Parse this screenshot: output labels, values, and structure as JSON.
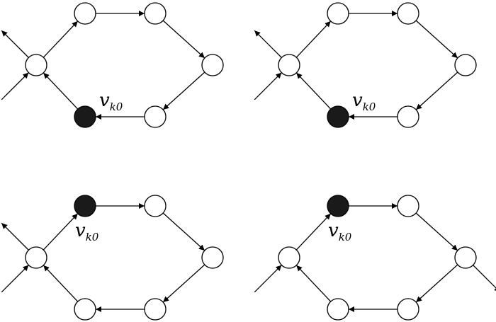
{
  "colors": {
    "background": "#ffffff",
    "node_fill": "#ffffff",
    "marked_node_fill": "#1a1a1a",
    "stroke": "#000000"
  },
  "panels": [
    {
      "id": "top-left",
      "marked_node": "f",
      "label": {
        "main": "v",
        "sub": "k0"
      },
      "edges": [
        [
          "b",
          "c"
        ],
        [
          "c",
          "d"
        ],
        [
          "d",
          "e"
        ],
        [
          "e",
          "f"
        ],
        [
          "f",
          "a"
        ],
        [
          "a",
          "b"
        ]
      ],
      "stubs": [
        {
          "at": "a",
          "dir": "up-left",
          "flow": "out"
        },
        {
          "at": "a",
          "dir": "down-left",
          "flow": "in"
        }
      ]
    },
    {
      "id": "top-right",
      "marked_node": "f",
      "label": {
        "main": "v",
        "sub": "k0"
      },
      "edges": [
        [
          "b",
          "c"
        ],
        [
          "c",
          "d"
        ],
        [
          "d",
          "e"
        ],
        [
          "e",
          "f"
        ],
        [
          "f",
          "a"
        ],
        [
          "a",
          "b"
        ]
      ],
      "stubs": [
        {
          "at": "a",
          "dir": "up-left",
          "flow": "out"
        },
        {
          "at": "a",
          "dir": "down-left",
          "flow": "in"
        }
      ]
    },
    {
      "id": "bottom-left",
      "marked_node": "b",
      "label": {
        "main": "v",
        "sub": "k0"
      },
      "edges": [
        [
          "b",
          "c"
        ],
        [
          "c",
          "d"
        ],
        [
          "d",
          "e"
        ],
        [
          "e",
          "f"
        ],
        [
          "f",
          "a"
        ],
        [
          "a",
          "b"
        ]
      ],
      "stubs": [
        {
          "at": "a",
          "dir": "up-left",
          "flow": "out"
        },
        {
          "at": "a",
          "dir": "down-left",
          "flow": "in"
        }
      ]
    },
    {
      "id": "bottom-right",
      "marked_node": "b",
      "label": {
        "main": "v",
        "sub": "k0"
      },
      "edges": [
        [
          "b",
          "c"
        ],
        [
          "c",
          "d"
        ],
        [
          "d",
          "e"
        ],
        [
          "e",
          "f"
        ],
        [
          "f",
          "a"
        ],
        [
          "a",
          "b"
        ]
      ],
      "stubs": [
        {
          "at": "d",
          "dir": "down-right",
          "flow": "out"
        },
        {
          "at": "a",
          "dir": "down-left",
          "flow": "in"
        }
      ]
    }
  ]
}
